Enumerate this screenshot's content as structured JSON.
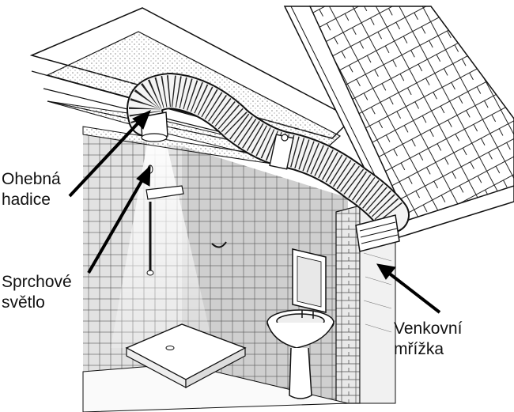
{
  "labels": {
    "flexible_hose": [
      "Ohebná",
      "hadice"
    ],
    "shower_light": [
      "Sprchové",
      "světlo"
    ],
    "outdoor_grille": [
      "Venkovní",
      "mřížka"
    ]
  },
  "colors": {
    "line": "#111111",
    "wall_shade": "#d6d6d6",
    "wall_dark": "#bdbdbd",
    "stipple": "#9a9a9a",
    "paper": "#ffffff"
  }
}
